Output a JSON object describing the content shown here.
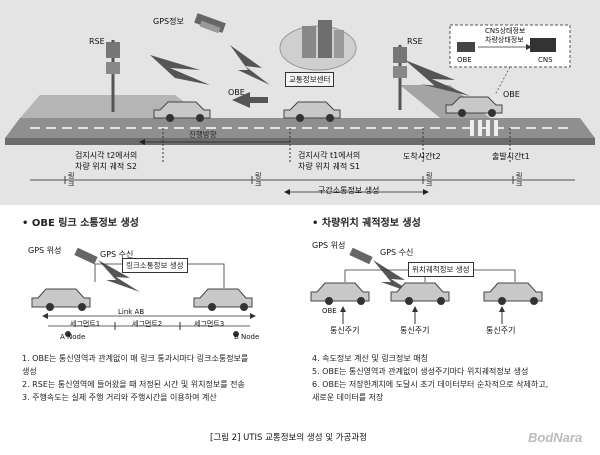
{
  "top": {
    "gps_label": "GPS정보",
    "rse_left": "RSE",
    "rse_right": "RSE",
    "center_label": "교통정보센터",
    "obe_road": "OBE",
    "obe_right": "OBE",
    "cns_status": "CNS상태정보",
    "vehicle_status": "차량상태정보",
    "obe_device": "OBE",
    "cns_device": "CNS",
    "direction": "진행방향",
    "pos_s2_line1": "검지시각 t2에서의",
    "pos_s2_line2": "차량 위치 궤적 S2",
    "pos_s1_line1": "검지시각 t1에서의",
    "pos_s1_line2": "차량 위치 궤적 S1",
    "arrive_time": "도착시간t2",
    "depart_time": "출발시간t1",
    "link_char1": "링",
    "link_char2": "크",
    "section_info": "구간소통정보 생성"
  },
  "left": {
    "title": "• OBE 링크 소통정보 생성",
    "gps_sat": "GPS 위성",
    "gps_rx": "GPS 수신",
    "link_gen": "링크소통정보 생성",
    "link_ab": "Link AB",
    "seg1": "세그먼트1",
    "seg2": "세그먼트2",
    "seg3": "세그먼트3",
    "a_node": "A Node",
    "b_node": "B Node",
    "notes": [
      "1. OBE는 통신영역과 관계없이 매 링크 통과시마다 링크소통정보를",
      "생성",
      "2. RSE는 통신영역에 들어왔을 때 저정된 시간 및 위치정보를 전송",
      "3. 주행속도는 실제 주행 거리와 주행시간을 이용하여 계산"
    ]
  },
  "right": {
    "title": "• 차량위치 궤적정보 생성",
    "gps_sat": "GPS 위성",
    "gps_rx": "GPS 수신",
    "traj_gen": "위치궤적정보 생성",
    "obe": "OBE",
    "cycle": "통신주기",
    "notes": [
      "4. 속도정보 계산 및 링크정보 매칭",
      "5. OBE는 통신영역과 관계없이 생성주기마다 위치궤적정보 생성",
      "6. OBE는 저장한계치에 도달시 초기 데이터부터 순차적으로 삭제하고,",
      "새로운 데이터를 저장"
    ]
  },
  "caption": "[그림 2] UTIS 교통정보의 생성 및 가공과정",
  "watermark": "BodNara"
}
